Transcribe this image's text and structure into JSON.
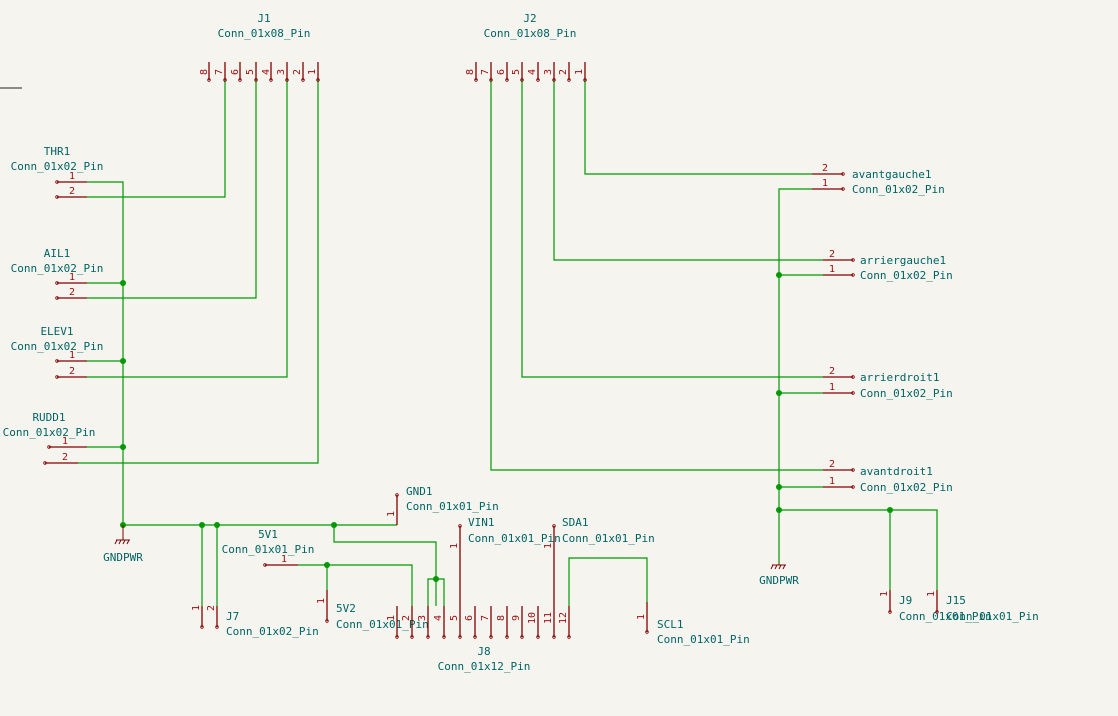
{
  "schematic": {
    "components": {
      "J1": {
        "ref": "J1",
        "value": "Conn_01x08_Pin",
        "pins": [
          "8",
          "7",
          "6",
          "5",
          "4",
          "3",
          "2",
          "1"
        ]
      },
      "J2": {
        "ref": "J2",
        "value": "Conn_01x08_Pin",
        "pins": [
          "8",
          "7",
          "6",
          "5",
          "4",
          "3",
          "2",
          "1"
        ]
      },
      "THR1": {
        "ref": "THR1",
        "value": "Conn_01x02_Pin",
        "pins": [
          "1",
          "2"
        ]
      },
      "AIL1": {
        "ref": "AIL1",
        "value": "Conn_01x02_Pin",
        "pins": [
          "1",
          "2"
        ]
      },
      "ELEV1": {
        "ref": "ELEV1",
        "value": "Conn_01x02_Pin",
        "pins": [
          "1",
          "2"
        ]
      },
      "RUDD1": {
        "ref": "RUDD1",
        "value": "Conn_01x02_Pin",
        "pins": [
          "1",
          "2"
        ]
      },
      "avantgauche1": {
        "ref": "avantgauche1",
        "value": "Conn_01x02_Pin",
        "pins": [
          "2",
          "1"
        ]
      },
      "arriergauche1": {
        "ref": "arriergauche1",
        "value": "Conn_01x02_Pin",
        "pins": [
          "2",
          "1"
        ]
      },
      "arrierdroit1": {
        "ref": "arrierdroit1",
        "value": "Conn_01x02_Pin",
        "pins": [
          "2",
          "1"
        ]
      },
      "avantdroit1": {
        "ref": "avantdroit1",
        "value": "Conn_01x02_Pin",
        "pins": [
          "2",
          "1"
        ]
      },
      "GND1": {
        "ref": "GND1",
        "value": "Conn_01x01_Pin",
        "pins": [
          "1"
        ]
      },
      "VIN1": {
        "ref": "VIN1",
        "value": "Conn_01x01_Pin",
        "pins": [
          "1"
        ]
      },
      "SDA1": {
        "ref": "SDA1",
        "value": "Conn_01x01_Pin",
        "pins": [
          "1"
        ]
      },
      "5V1": {
        "ref": "5V1",
        "value": "Conn_01x01_Pin",
        "pins": [
          "1"
        ]
      },
      "5V2": {
        "ref": "5V2",
        "value": "Conn_01x01_Pin",
        "pins": [
          "1"
        ]
      },
      "J7": {
        "ref": "J7",
        "value": "Conn_01x02_Pin",
        "pins": [
          "1",
          "2"
        ]
      },
      "J8": {
        "ref": "J8",
        "value": "Conn_01x12_Pin",
        "pins": [
          "1",
          "2",
          "3",
          "4",
          "5",
          "6",
          "7",
          "8",
          "9",
          "10",
          "11",
          "12"
        ]
      },
      "SCL1": {
        "ref": "SCL1",
        "value": "Conn_01x01_Pin",
        "pins": [
          "1"
        ]
      },
      "J9": {
        "ref": "J9",
        "value": "Conn_01x01_Pin",
        "pins": [
          "1"
        ]
      },
      "J15": {
        "ref": "J15",
        "value": "Conn_01x01_Pin",
        "pins": [
          "1"
        ]
      }
    },
    "power": {
      "gnd_left": {
        "label": "GNDPWR"
      },
      "gnd_right": {
        "label": "GNDPWR"
      }
    },
    "colors": {
      "wire": "#009900",
      "pin": "#840000",
      "label": "#006464",
      "background": "#f5f4ef"
    }
  }
}
